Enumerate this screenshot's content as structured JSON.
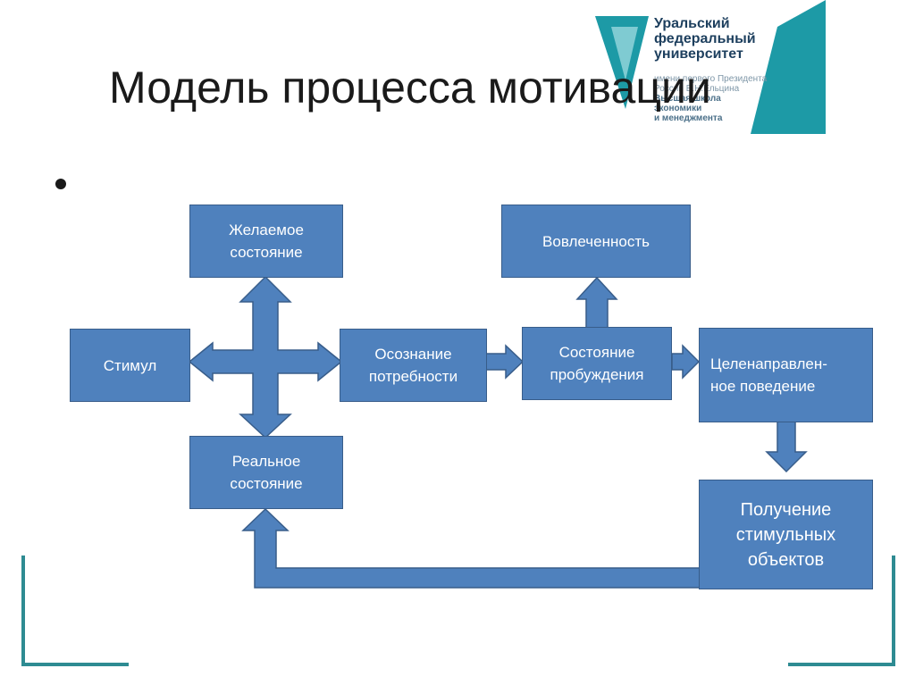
{
  "slide": {
    "title": "Модель процесса мотивации",
    "bullet": ""
  },
  "logo": {
    "name_lines": [
      "Уральский",
      "федеральный",
      "университет"
    ],
    "sub_lines": [
      "имени первого Президента",
      "России Б.Н.Ельцина",
      "Высшая школа",
      "экономики",
      "и менеджмента"
    ],
    "colors": {
      "mark": "#1d9aa6",
      "text": "#1d3f5e"
    }
  },
  "diagram": {
    "nodes": {
      "desired": "Желаемое\nсостояние",
      "stimulus": "Стимул",
      "real": "Реальное\nсостояние",
      "awareness": "Осознание\nпотребности",
      "arousal": "Состояние\nпробуждения",
      "involvement": "Вовлеченность",
      "behavior": "Целенаправлен-\nное поведение",
      "objects": "Получение\nстимульных\nобъектов"
    },
    "colors": {
      "box_fill": "#4f81bd",
      "box_border": "#385d8a",
      "arrow_fill": "#4f81bd",
      "text": "#ffffff"
    }
  }
}
